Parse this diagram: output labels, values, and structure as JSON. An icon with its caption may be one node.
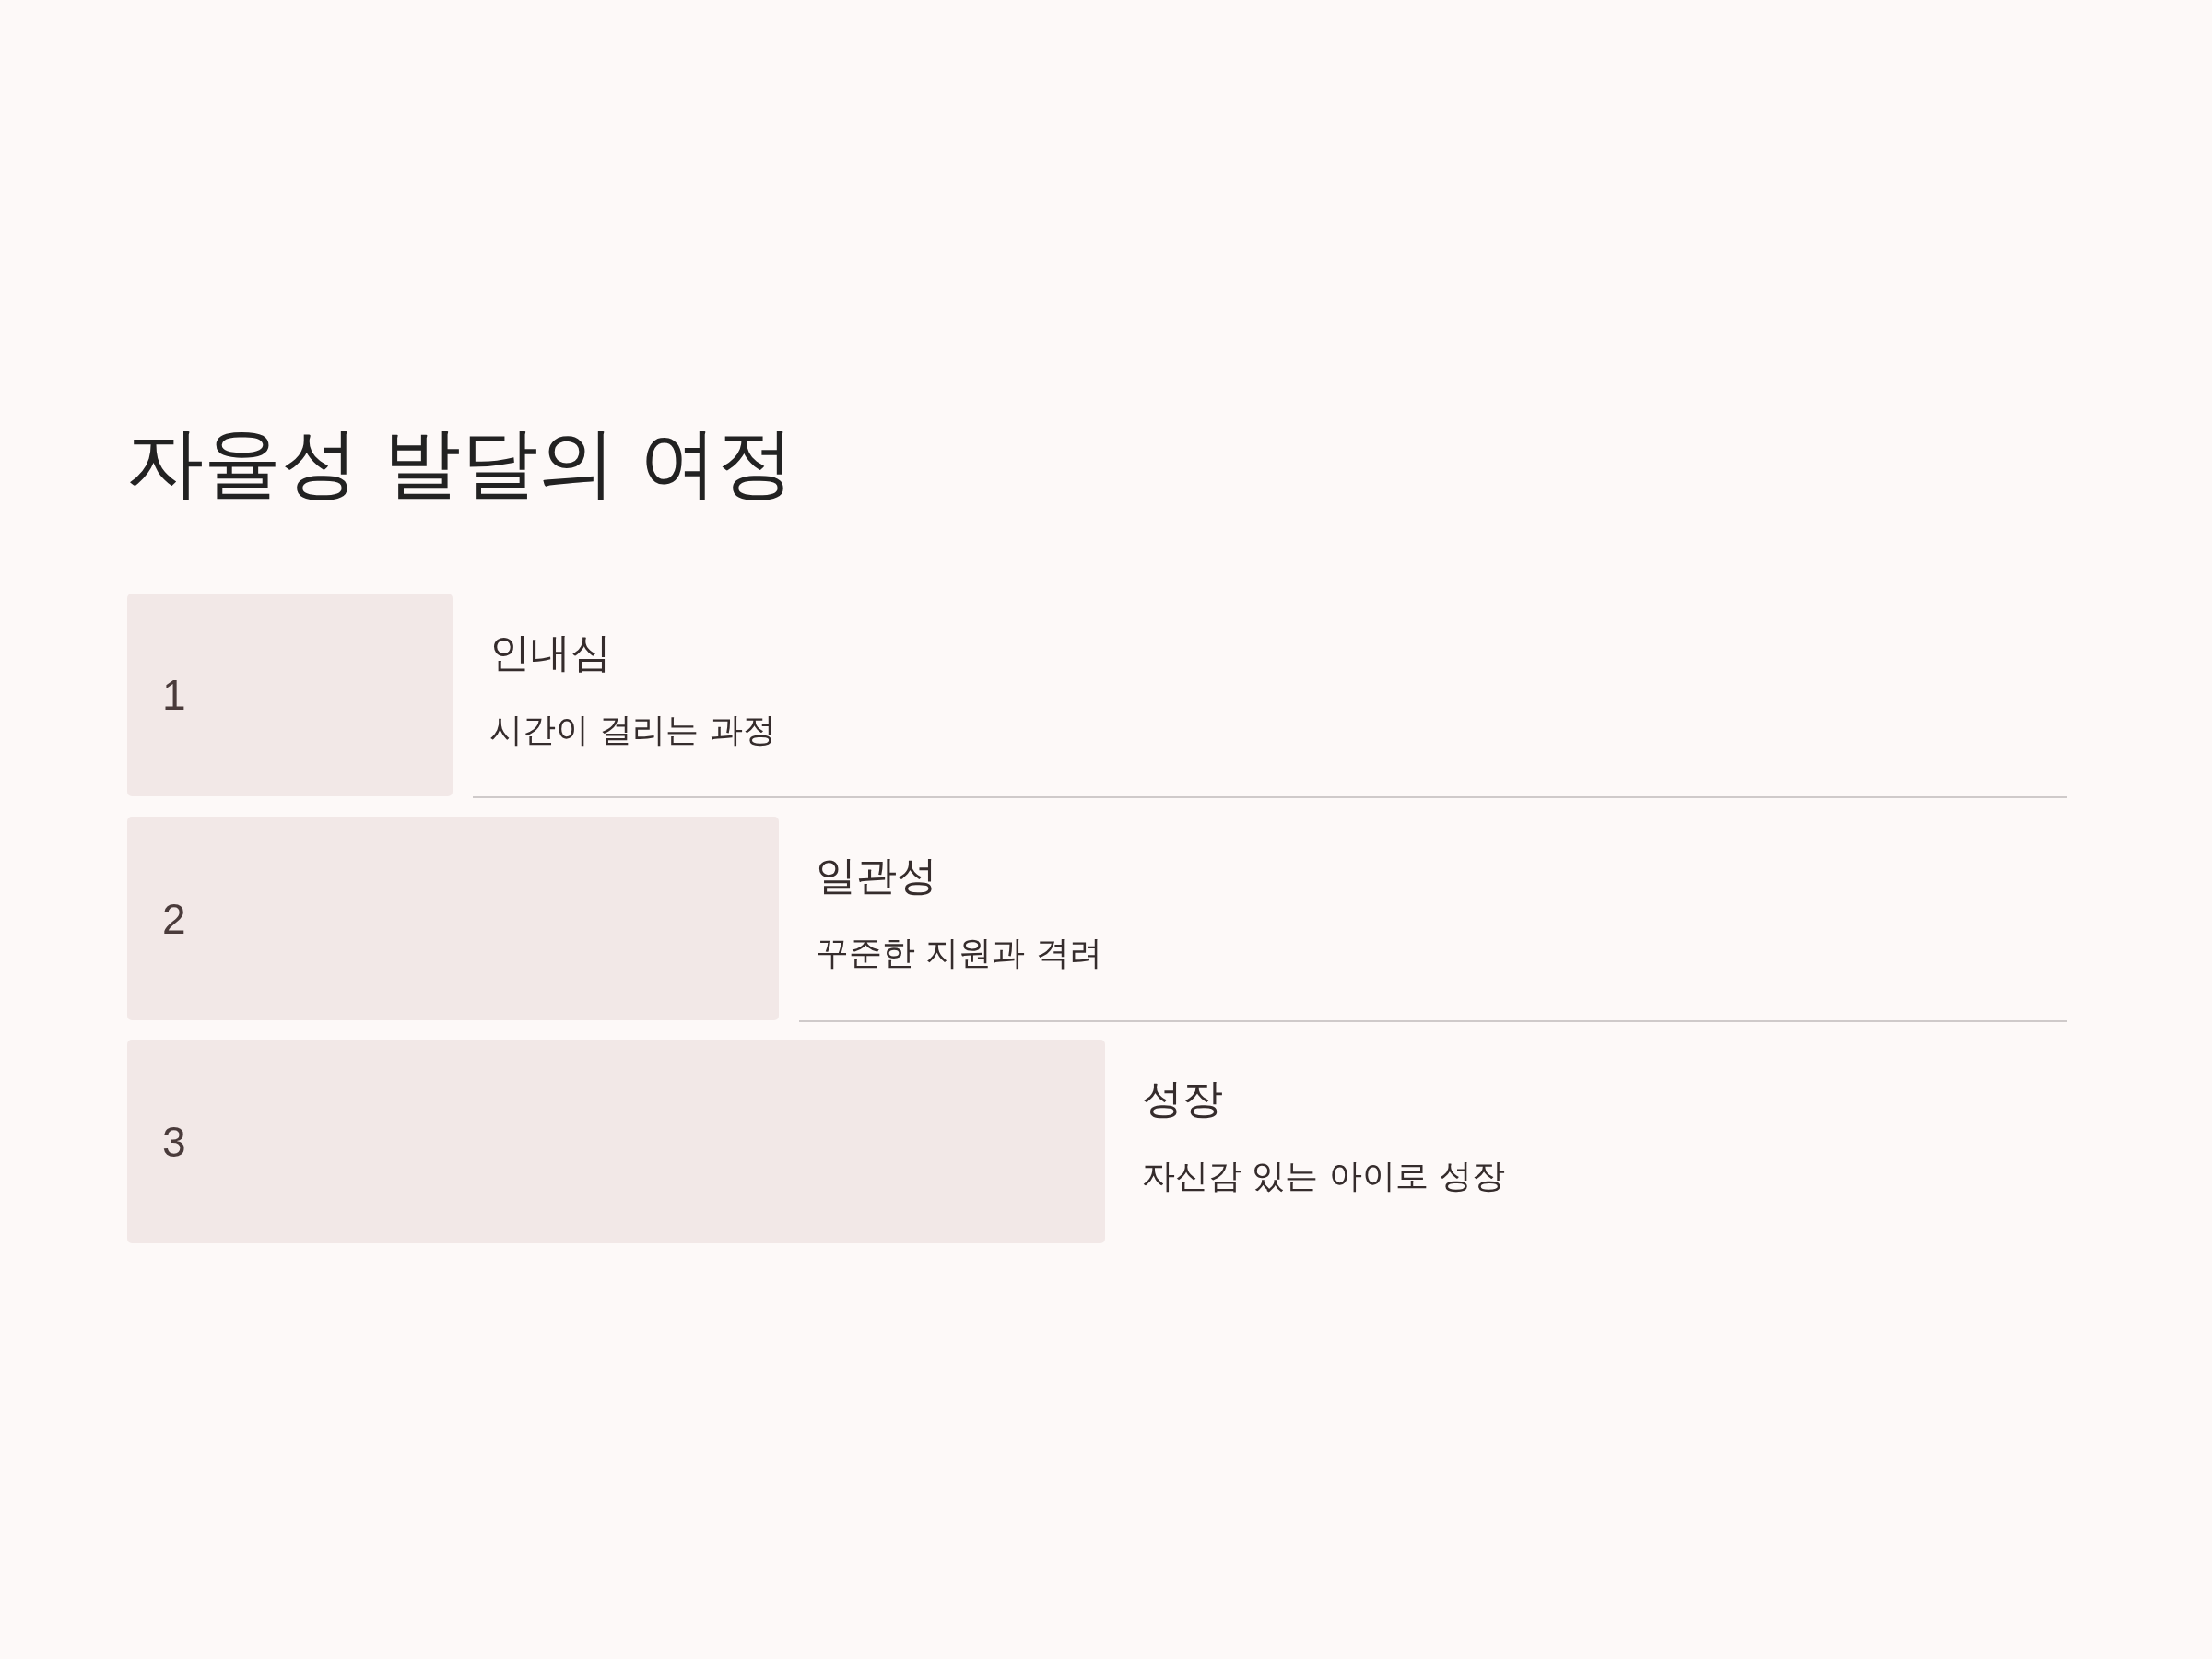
{
  "diagram": {
    "title": "자율성 발달의 여정",
    "nodes": [
      {
        "text": [
          "1"
        ],
        "beside": [
          "인내심",
          "시간이 걸리는 과정"
        ]
      },
      {
        "text": [
          "2"
        ],
        "beside": [
          "일관성",
          "꾸준한 지원과 격려"
        ]
      },
      {
        "text": [
          "3"
        ],
        "beside": [
          "성장",
          "자신감 있는 아이로 성장"
        ]
      }
    ],
    "edges": []
  }
}
